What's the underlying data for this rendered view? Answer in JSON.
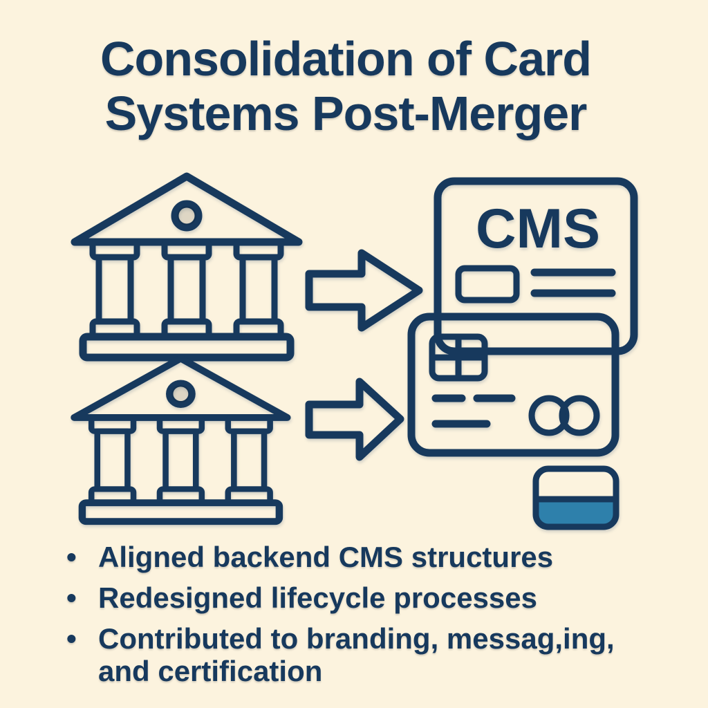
{
  "title": {
    "line1": "Consolidation of Card",
    "line2": "Systems Post-Merger"
  },
  "diagram": {
    "cms_label": "CMS",
    "icons": [
      "bank-building-icon-tan",
      "bank-building-icon-blue",
      "arrow-right-icon-top",
      "arrow-right-icon-bottom",
      "cms-panel-icon",
      "credit-card-icon",
      "card-back-icon"
    ]
  },
  "bullets": {
    "glyph": "•",
    "items": [
      "Aligned backend CMS structures",
      "Redesigned lifecycle processes",
      "Contributed to branding, messag,ing, and certification"
    ]
  },
  "colors": {
    "background": "#fcf3de",
    "navy": "#17395d",
    "tan": "#ecd9a2",
    "tandark": "#d9bd7e",
    "blue": "#2e80ab",
    "panelteal": "#65b5c1",
    "chipteal": "#79c0c8",
    "orange": "#d3703a",
    "circleteal": "#7fc6c3"
  }
}
